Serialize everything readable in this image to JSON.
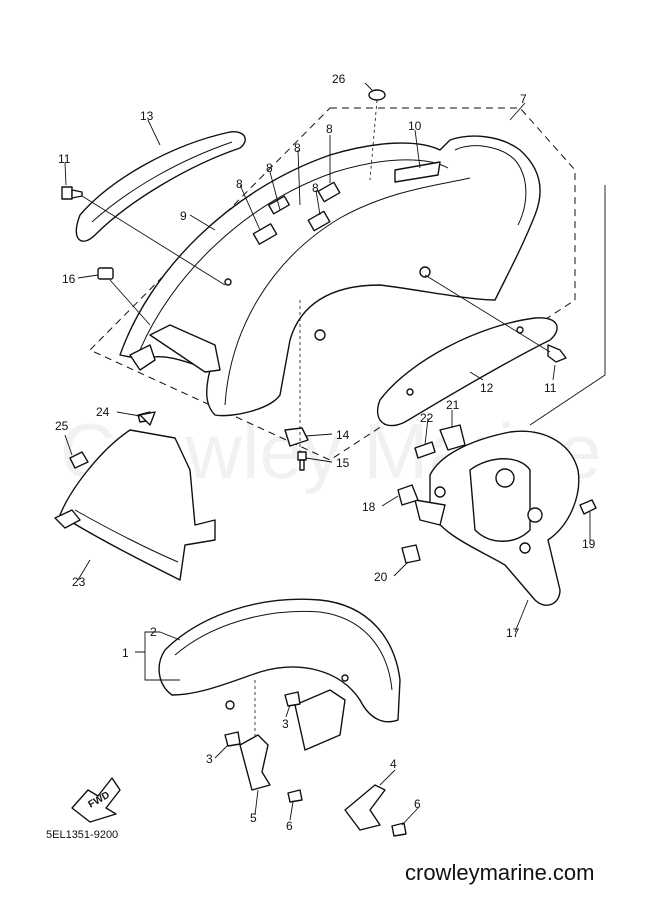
{
  "watermark": "Crowley Marine",
  "diagram_code": "5EL1351-9200",
  "website": "crowleymarine.com",
  "fwd_label": "FWD",
  "callouts": [
    "26",
    "7",
    "13",
    "10",
    "8",
    "8",
    "8",
    "8",
    "8",
    "11",
    "9",
    "16",
    "11",
    "12",
    "25",
    "24",
    "22",
    "21",
    "14",
    "15",
    "18",
    "19",
    "20",
    "23",
    "17",
    "2",
    "1",
    "3",
    "3",
    "4",
    "5",
    "6",
    "6"
  ]
}
